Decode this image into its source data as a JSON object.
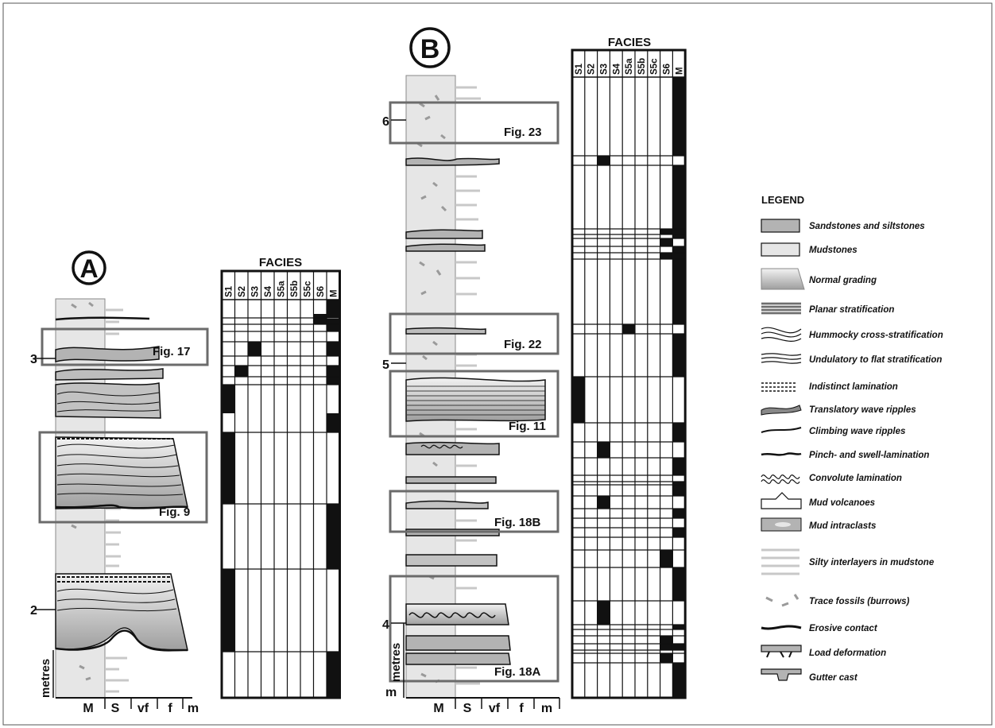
{
  "panel_a": {
    "letter": "A",
    "facies_title": "FACIES",
    "scale_ticks": [
      "2",
      "3"
    ],
    "scale_unit": "metres",
    "grain_axis": [
      "M",
      "S",
      "vf",
      "f",
      "m"
    ],
    "figure_refs": [
      "Fig. 17",
      "Fig. 9"
    ]
  },
  "panel_b": {
    "letter": "B",
    "facies_title": "FACIES",
    "scale_ticks": [
      "4",
      "5",
      "6"
    ],
    "scale_unit": "metres",
    "base_unit": "m",
    "grain_axis": [
      "M",
      "S",
      "vf",
      "f",
      "m"
    ],
    "figure_refs": [
      "Fig. 23",
      "Fig. 22",
      "Fig. 11",
      "Fig. 18B",
      "Fig. 18A"
    ]
  },
  "facies_columns": [
    "S1",
    "S2",
    "S3",
    "S4",
    "S5a",
    "S5b",
    "S5c",
    "S6",
    "M"
  ],
  "legend": {
    "title": "LEGEND",
    "items": [
      "Sandstones and siltstones",
      "Mudstones",
      "Normal grading",
      "Planar stratification",
      "Hummocky cross-stratification",
      "Undulatory to flat stratification",
      "Indistinct lamination",
      "Translatory wave ripples",
      "Climbing wave ripples",
      "Pinch- and swell-lamination",
      "Convolute lamination",
      "Mud volcanoes",
      "Mud intraclasts",
      "Silty interlayers in mudstone",
      "Trace fossils (burrows)",
      "Erosive contact",
      "Load deformation",
      "Gutter cast"
    ]
  },
  "colors": {
    "sandstone": "#b3b3b3",
    "mudstone": "#e6e6e6",
    "box_outline": "#6b6b6b",
    "ink": "#111111"
  }
}
